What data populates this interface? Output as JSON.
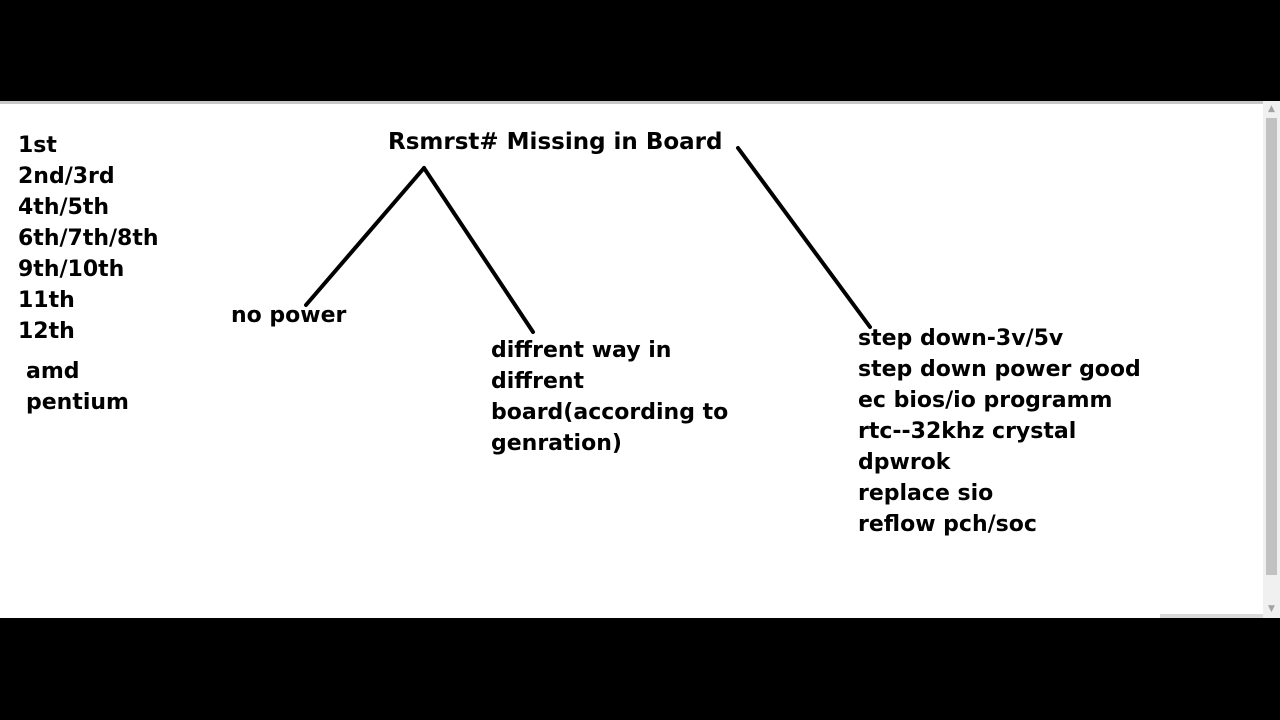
{
  "title": "Rsmrst# Missing in Board",
  "generations": [
    "1st",
    "2nd/3rd",
    "4th/5th",
    "6th/7th/8th",
    "9th/10th",
    "11th",
    "12th"
  ],
  "platforms": [
    "amd",
    "pentium"
  ],
  "branch_left": "no power",
  "branch_middle": [
    "diffrent way in",
    "diffrent",
    "board(according to",
    "genration)"
  ],
  "branch_right": [
    "step down-3v/5v",
    "step down power good",
    "ec bios/io programm",
    "rtc--32khz crystal",
    "dpwrok",
    "replace sio",
    "reflow pch/soc"
  ],
  "icons": {
    "scroll_up": "scroll-up-arrow-icon",
    "scroll_down": "scroll-down-arrow-icon"
  }
}
